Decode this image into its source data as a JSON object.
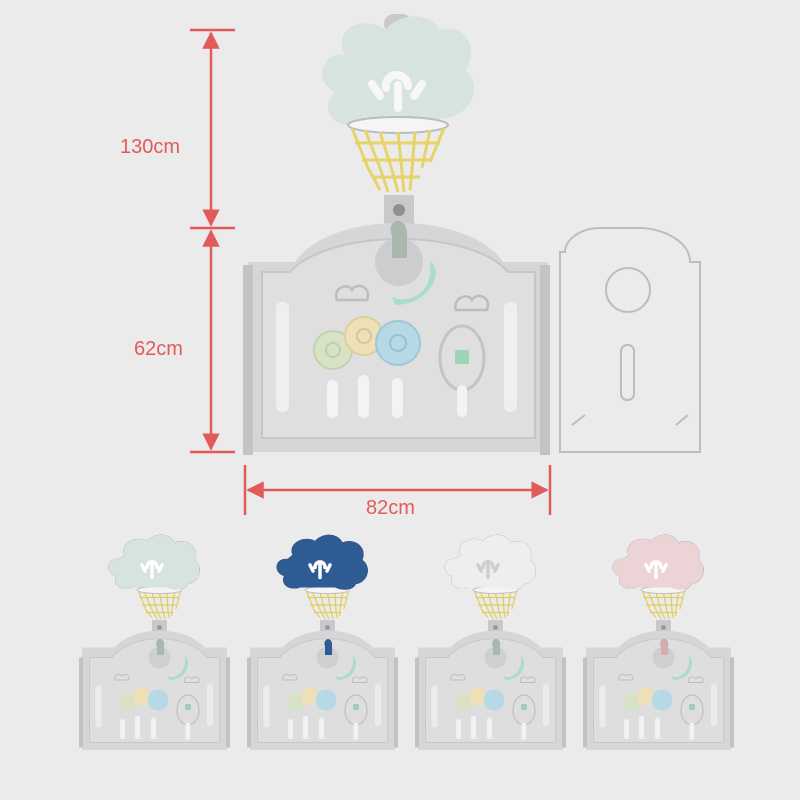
{
  "dimensions": {
    "total_height": "130cm",
    "panel_height": "62cm",
    "panel_width": "82cm"
  },
  "color_variants": [
    {
      "name": "green",
      "hoop_color": "#d7e3de"
    },
    {
      "name": "navy",
      "hoop_color": "#2e5b94"
    },
    {
      "name": "white",
      "hoop_color": "#eeeeee"
    },
    {
      "name": "pink",
      "hoop_color": "#ecd3d6"
    }
  ],
  "colors": {
    "accent": "#e25a5a",
    "panel": "#d6d6d8",
    "hoop_default": "#d7e3de",
    "net": "#e8d775",
    "moon": "#a9ddc8"
  }
}
